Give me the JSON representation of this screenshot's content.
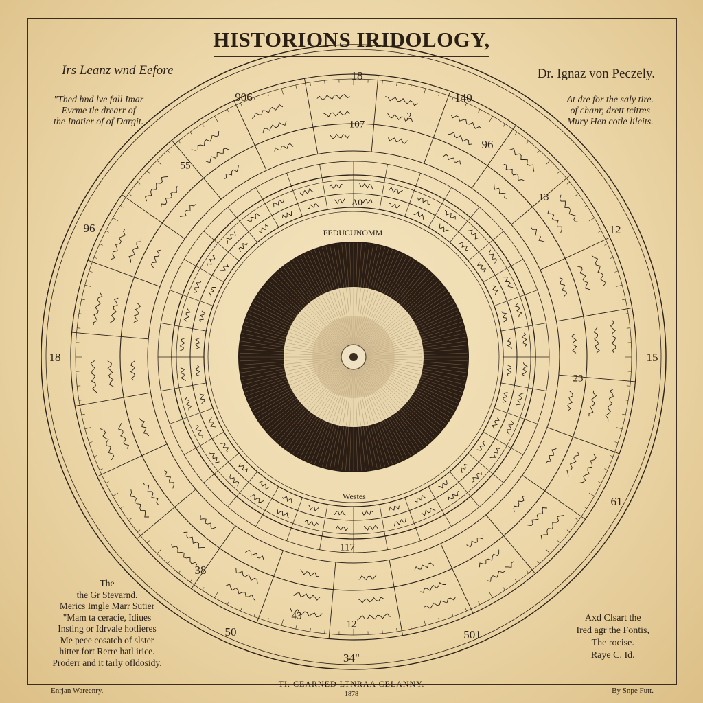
{
  "title": "HISTORIONS IRIDOLOGY,",
  "header_left": "Irs Leanz wnd Eefore",
  "header_right": "Dr. Ignaz von Peczely.",
  "left_block": [
    "\"Thed hnd lve fall Imar",
    "Evrme tle drearr of",
    "the Inatier of of Dargit."
  ],
  "right_block": [
    "At dre for the saly tire.",
    "of chanr, drett tcitres",
    "Mury Hen cotle lileits."
  ],
  "bottom_left_block": [
    "The",
    "the Gr Stevarnd.",
    "Merics Imgle Marr Sutier",
    "\"Mam ta ceracie, Idiues",
    "Insting or Idrvale hotlieres",
    "Me peee cosatch of slster",
    "hitter fort Rerre hatl irice.",
    "Proderr and it tarly ofldosidy."
  ],
  "bottom_right_block": [
    "Axd Clsart the",
    "Ired agr the Fontis,",
    "The rocise.",
    "Raye C. Id."
  ],
  "footer_center": "TI. CEARNED LTNRAA CELANNY.",
  "footer_sub": "1878",
  "footer_left": "Enrjan Wareenry.",
  "footer_right": "By Snpe Futt.",
  "ring_numbers": [
    {
      "label": "18"
    },
    {
      "label": "140"
    },
    {
      "label": "96"
    },
    {
      "label": "12"
    },
    {
      "label": "15"
    },
    {
      "label": "61"
    },
    {
      "label": "501"
    },
    {
      "label": "34\""
    },
    {
      "label": "50"
    },
    {
      "label": "38"
    },
    {
      "label": "18"
    },
    {
      "label": "96"
    },
    {
      "label": "906"
    }
  ],
  "segment_numbers": [
    {
      "label": "55"
    },
    {
      "label": "2"
    },
    {
      "label": "107"
    },
    {
      "label": "13"
    },
    {
      "label": "43"
    },
    {
      "label": "12"
    },
    {
      "label": "23"
    },
    {
      "label": "117"
    }
  ],
  "inner_labels": [
    {
      "label": "FEDUCUNOMM"
    },
    {
      "label": "Westes"
    },
    {
      "label": "A0"
    }
  ],
  "colors": {
    "paper": "#ecd7a9",
    "ink": "#2b2118",
    "iris_dark": "#2a1d14",
    "iris_light": "#e8d6ae"
  }
}
